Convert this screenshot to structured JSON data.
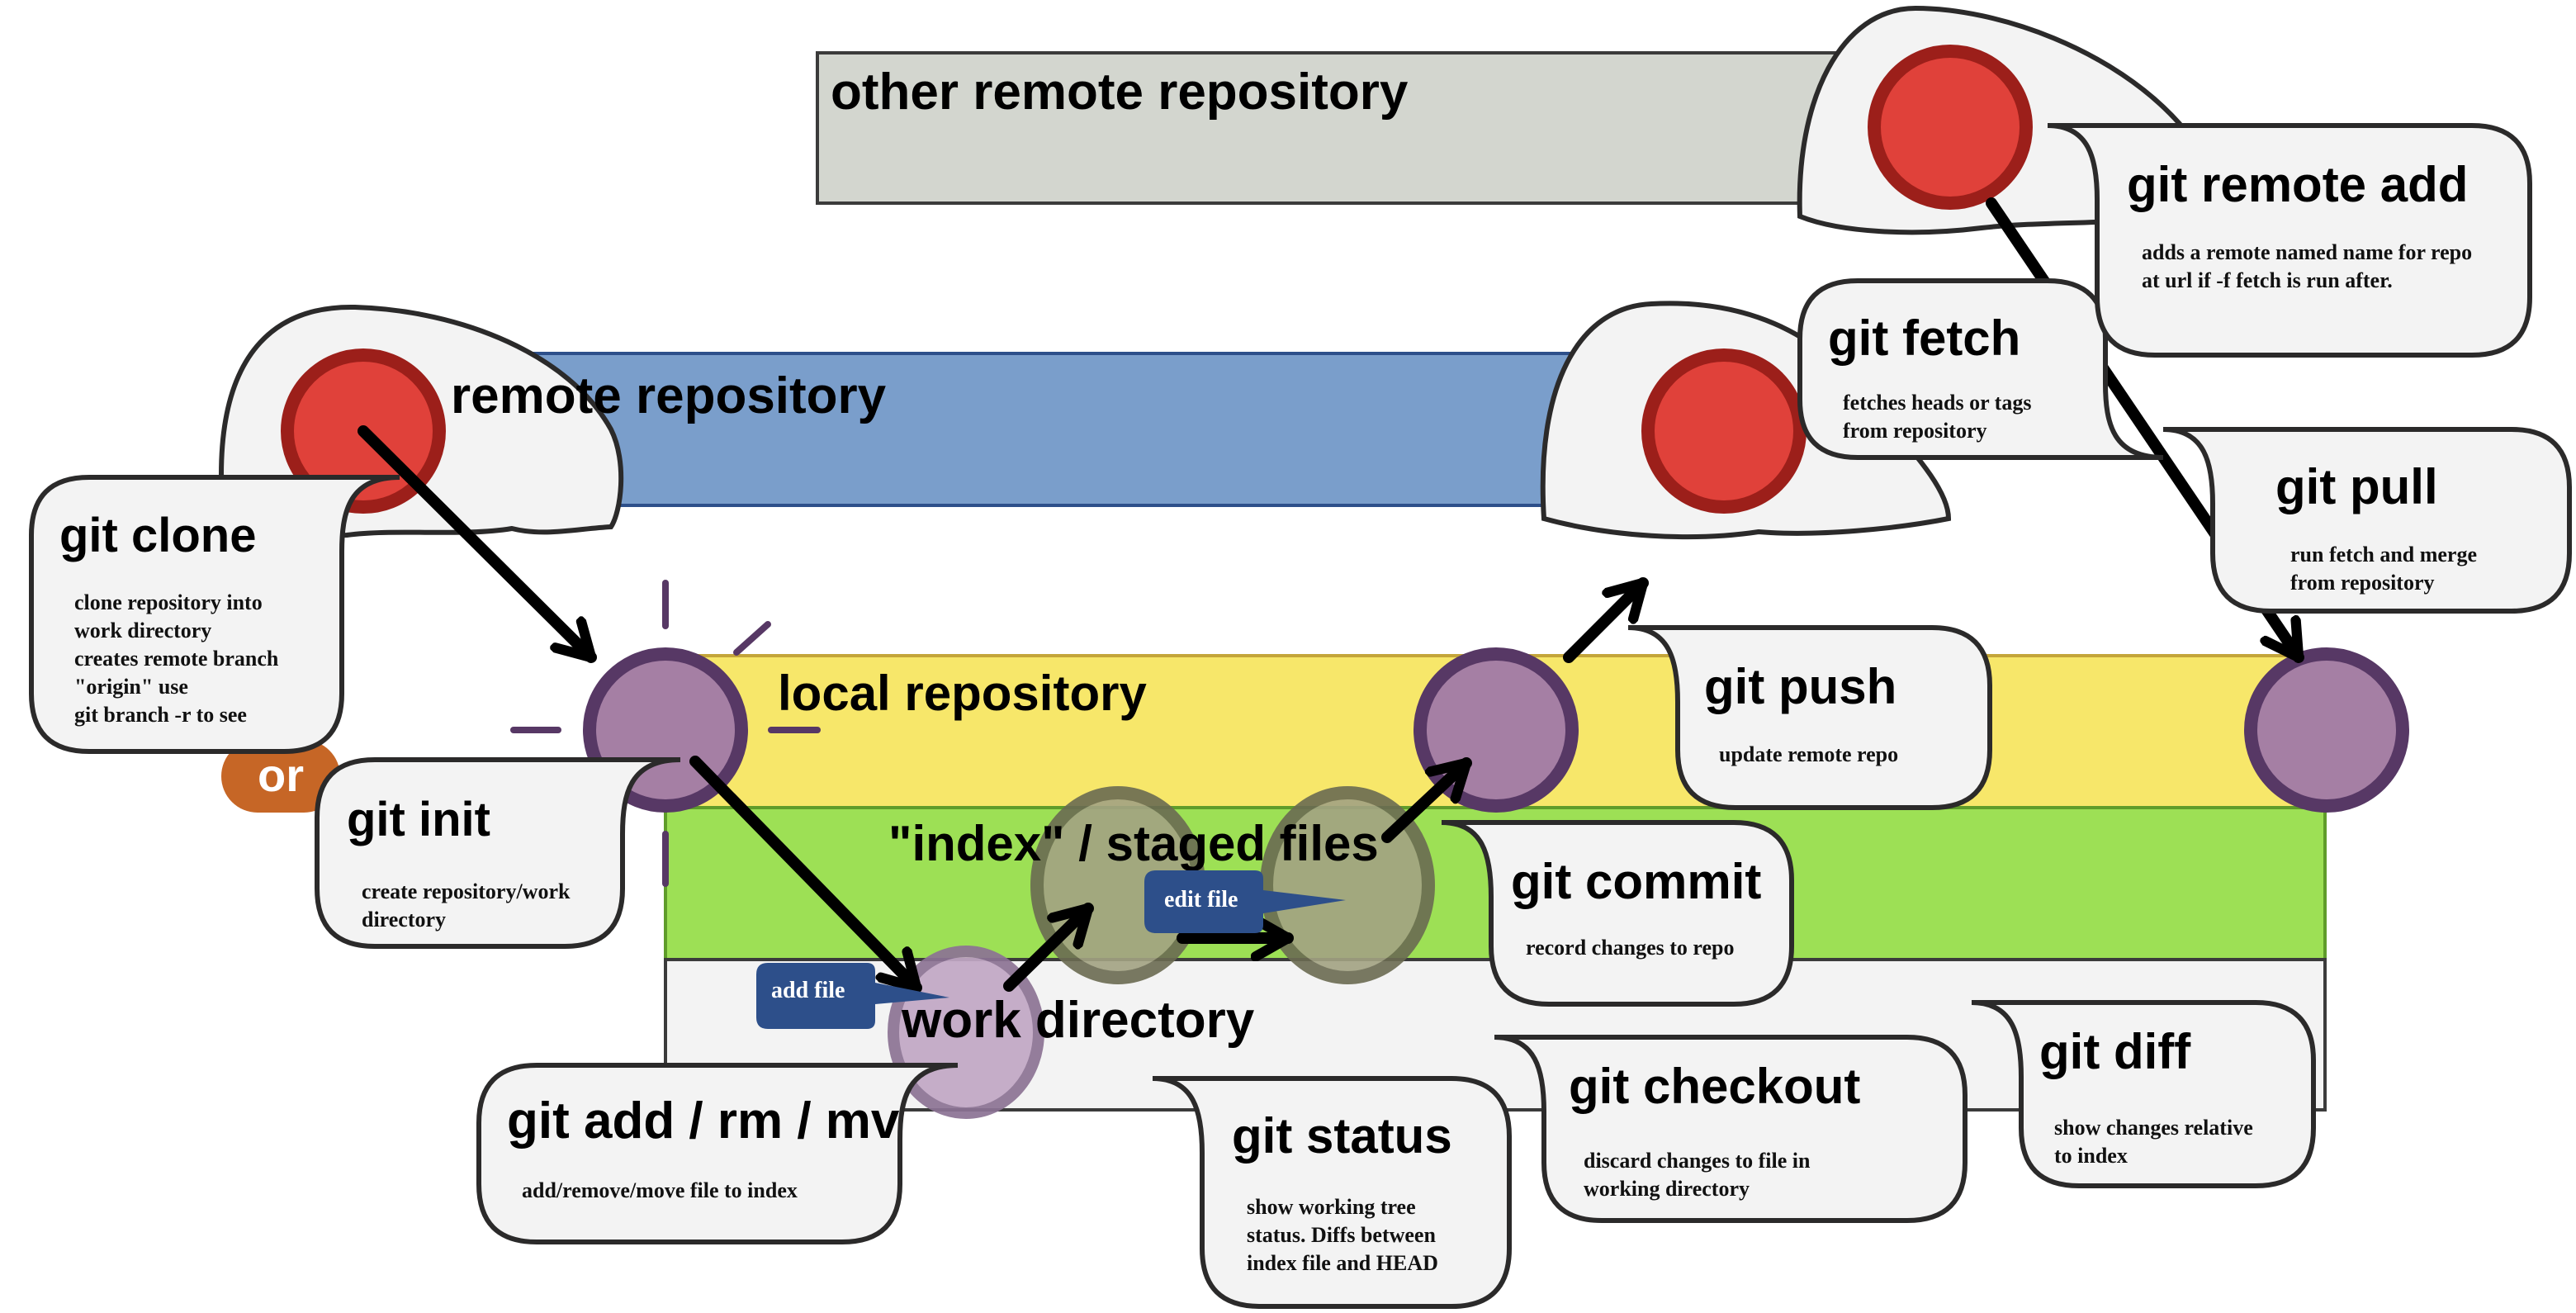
{
  "diagram": {
    "lanes": {
      "other_remote": "other remote repository",
      "remote": "remote repository",
      "local": "local repository",
      "index": "\"index\" / staged files",
      "work": "work directory"
    },
    "tags": {
      "or": "or",
      "add_file": "add file",
      "edit_file": "edit file"
    },
    "commands": {
      "clone": {
        "title": "git clone",
        "desc": [
          "clone repository into",
          "work directory",
          "creates remote branch",
          "\"origin\" use",
          "git branch -r to see"
        ]
      },
      "init": {
        "title": "git init",
        "desc": [
          "create repository/work",
          "directory"
        ]
      },
      "add": {
        "title": "git add / rm / mv",
        "desc": [
          "add/remove/move file to index"
        ]
      },
      "status": {
        "title": "git status",
        "desc": [
          "show working tree",
          "status.  Diffs between",
          "index file and HEAD"
        ]
      },
      "checkout": {
        "title": "git checkout",
        "desc": [
          "discard changes to file in",
          "working directory"
        ]
      },
      "diff": {
        "title": "git diff",
        "desc": [
          "show changes relative",
          "to index"
        ]
      },
      "commit": {
        "title": "git commit",
        "desc": [
          "record changes to repo"
        ]
      },
      "push": {
        "title": "git push",
        "desc": [
          "update remote repo"
        ]
      },
      "fetch": {
        "title": "git fetch",
        "desc": [
          "fetches heads or tags",
          "from repository"
        ]
      },
      "pull": {
        "title": "git pull",
        "desc": [
          "run fetch and merge",
          "from repository"
        ]
      },
      "remote_add": {
        "title": "git remote add",
        "desc": [
          "adds a remote named name for repo",
          "at url if -f fetch is run after."
        ]
      }
    },
    "colors": {
      "other_remote_lane": "#d3d6cf",
      "remote_lane": "#7a9ecb",
      "local_lane": "#f7e76a",
      "index_lane": "#9de055",
      "work_lane": "#f3f3f3",
      "remote_node": "#e0413a",
      "remote_node_ring": "#9c1f1a",
      "local_node": "#a57fa4",
      "local_node_ring": "#573865",
      "staged_node": "#a3a383",
      "work_node": "#c2a8c5",
      "or_badge": "#c66626",
      "tag": "#2d4f8a",
      "bubble": "#f3f3f3",
      "bubble_stroke": "#2b2a2a"
    }
  }
}
